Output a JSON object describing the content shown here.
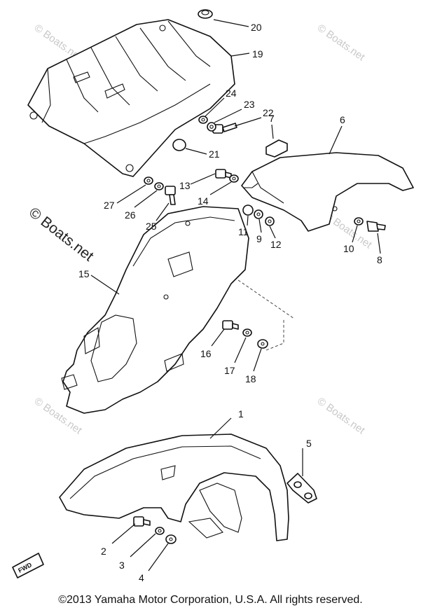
{
  "watermarks": {
    "small": "© Boats.net",
    "large": "© Boats.net"
  },
  "callouts": [
    "1",
    "2",
    "3",
    "4",
    "5",
    "6",
    "7",
    "8",
    "9",
    "10",
    "11",
    "12",
    "13",
    "14",
    "15",
    "16",
    "17",
    "18",
    "19",
    "20",
    "21",
    "22",
    "23",
    "24",
    "25",
    "26",
    "27"
  ],
  "direction_mark": "FWD",
  "copyright": "©2013 Yamaha Motor Corporation, U.S.A. All rights reserved."
}
